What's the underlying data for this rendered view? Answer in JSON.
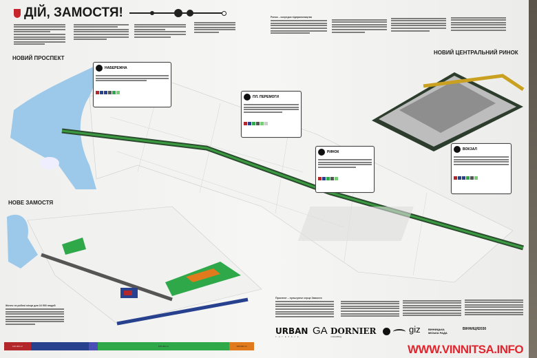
{
  "title": "ДІЙ, ЗАМОСТЯ!",
  "sections": {
    "new_prospect": "НОВИЙ ПРОСПЕКТ",
    "new_zamostia": "НОВЕ ЗАМОСТЯ",
    "new_market": "НОВИЙ ЦЕНТРАЛЬНИЙ РИНОК"
  },
  "callouts": [
    {
      "name": "НАБЕРЕЖНА"
    },
    {
      "name": "ПЛ. ПЕРЕМОГИ"
    },
    {
      "name": "РИНОК"
    },
    {
      "name": "ВОКЗАЛ"
    }
  ],
  "housing_heading": "Житло та робочі місця для 24 500 людей",
  "prospect_heading": "Проспект – пульсуюче серце Замостя",
  "market_heading": "Ринок – осередок підприємництва",
  "area_bar": [
    {
      "value": "100 000 m²",
      "color": "#b3272b"
    },
    {
      "value": "",
      "color": "#27418f"
    },
    {
      "value": "",
      "color": "#4a4fb8"
    },
    {
      "value": "183 000 m²",
      "color": "#2fa84a"
    },
    {
      "value": "100 000 m²",
      "color": "#e07a1c"
    }
  ],
  "logos": {
    "urban": "URBAN",
    "urban_sub": "curators",
    "ga": "GA",
    "dornier": "DORNIER",
    "dornier_sub": "consulting",
    "giz": "giz",
    "city_council": "ВІННИЦЬКА МІСЬКА РАДА",
    "vinnytsia2030": "ВІННИЦЯ2030"
  },
  "watermark": "WWW.VINNITSA.INFO",
  "colors": {
    "accent": "#c8242b",
    "water": "#9cc8ea",
    "road": "#2b4a2e",
    "green": "#3a9a40"
  }
}
